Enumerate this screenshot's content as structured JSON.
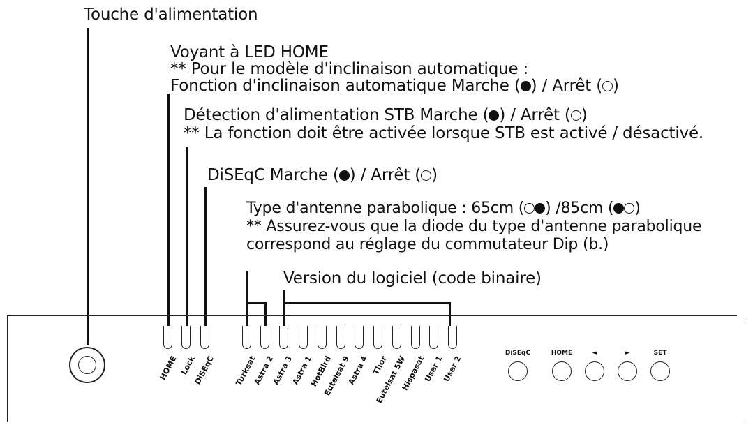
{
  "labels": {
    "power": "Touche d'alimentation",
    "home_led": "Voyant à LED HOME",
    "home_note1": "** Pour le modèle d'inclinaison automatique :",
    "home_note2_a": "Fonction d'inclinaison automatique Marche (",
    "home_note2_b": ") / Arrêt (",
    "home_note2_c": ")",
    "stb_a": "Détection d'alimentation STB Marche (",
    "stb_b": ") / Arrêt (",
    "stb_c": ")",
    "stb_note": "** La fonction doit être activée lorsque STB est activé / désactivé.",
    "diseqc_a": "DiSEqC Marche (",
    "diseqc_b": ") / Arrêt (",
    "diseqc_c": ")",
    "dish_a": "Type d'antenne parabolique : 65cm (",
    "dish_b": ") /85cm (",
    "dish_c": ")",
    "dish_note1": "** Assurez-vous que la diode du type d'antenne parabolique",
    "dish_note2": "correspond au réglage du commutateur Dip (b.)",
    "software": "Version du logiciel (code binaire)"
  },
  "leds": [
    "HOME",
    "Lock",
    "DiSEqC",
    "Turksat",
    "Astra 2",
    "Astra 3",
    "Astra 1",
    "HotBird",
    "Eutelsat 9",
    "Astra 4",
    "Thor",
    "Eutelsat 5W",
    "Hispasat",
    "User 1",
    "User 2"
  ],
  "buttons": [
    "DiSEqC",
    "HOME",
    "◄",
    "►",
    "SET"
  ]
}
